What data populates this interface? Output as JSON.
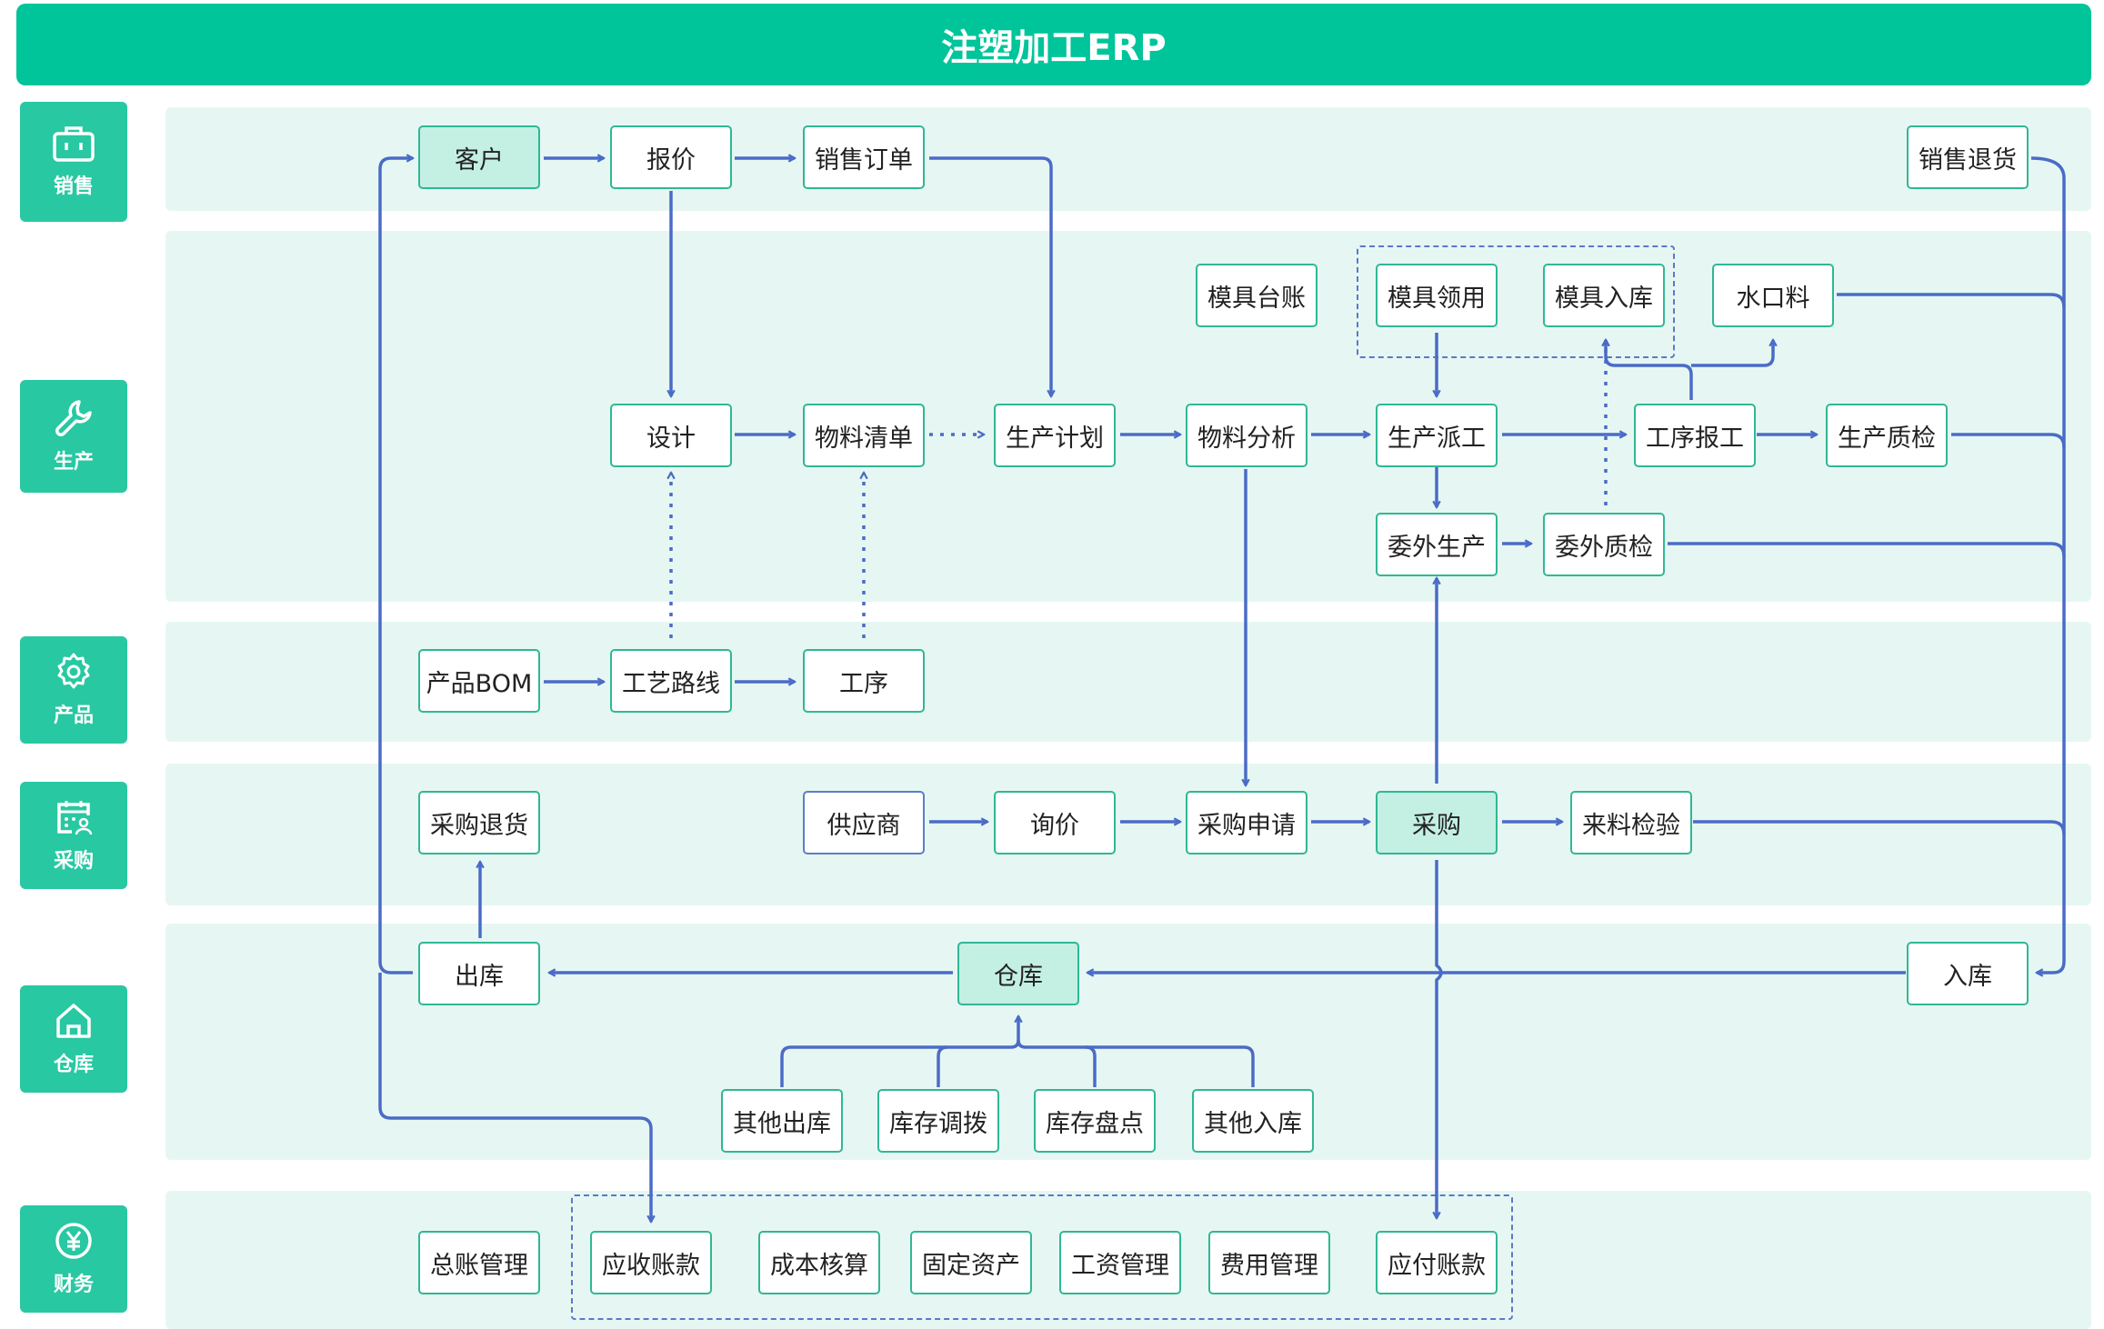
{
  "title": "注塑加工ERP",
  "lanes": {
    "sales": "销售",
    "production": "生产",
    "product": "产品",
    "purchase": "采购",
    "warehouse": "仓库",
    "finance": "财务"
  },
  "nodes": {
    "customer": "客户",
    "quote": "报价",
    "sales_order": "销售订单",
    "sales_return": "销售退货",
    "mold_ledger": "模具台账",
    "mold_requisition": "模具领用",
    "mold_storage": "模具入库",
    "sprue_material": "水口料",
    "design": "设计",
    "bom_list": "物料清单",
    "production_plan": "生产计划",
    "material_analysis": "物料分析",
    "dispatch": "生产派工",
    "process_report": "工序报工",
    "production_qc": "生产质检",
    "outsource_production": "委外生产",
    "outsource_qc": "委外质检",
    "product_bom": "产品BOM",
    "process_route": "工艺路线",
    "process": "工序",
    "purchase_return": "采购退货",
    "supplier": "供应商",
    "inquiry": "询价",
    "purchase_request": "采购申请",
    "purchase": "采购",
    "incoming_inspection": "来料检验",
    "outbound": "出库",
    "warehouse": "仓库",
    "inbound": "入库",
    "other_outbound": "其他出库",
    "stock_transfer": "库存调拨",
    "stocktaking": "库存盘点",
    "other_inbound": "其他入库",
    "general_ledger": "总账管理",
    "receivables": "应收账款",
    "cost_accounting": "成本核算",
    "fixed_assets": "固定资产",
    "payroll": "工资管理",
    "expense": "费用管理",
    "payables": "应付账款"
  },
  "colors": {
    "header": "#00c49a",
    "lane_bg": "#e6f7f3",
    "side_label": "#28c8a2",
    "node_border": "#2fb894",
    "node_highlight": "#c4efe3",
    "arrow": "#4a6cc7"
  },
  "icons": {
    "sales": "briefcase-icon",
    "production": "wrench-icon",
    "product": "gear-icon",
    "purchase": "calendar-people-icon",
    "warehouse": "home-icon",
    "finance": "yen-coin-icon"
  }
}
